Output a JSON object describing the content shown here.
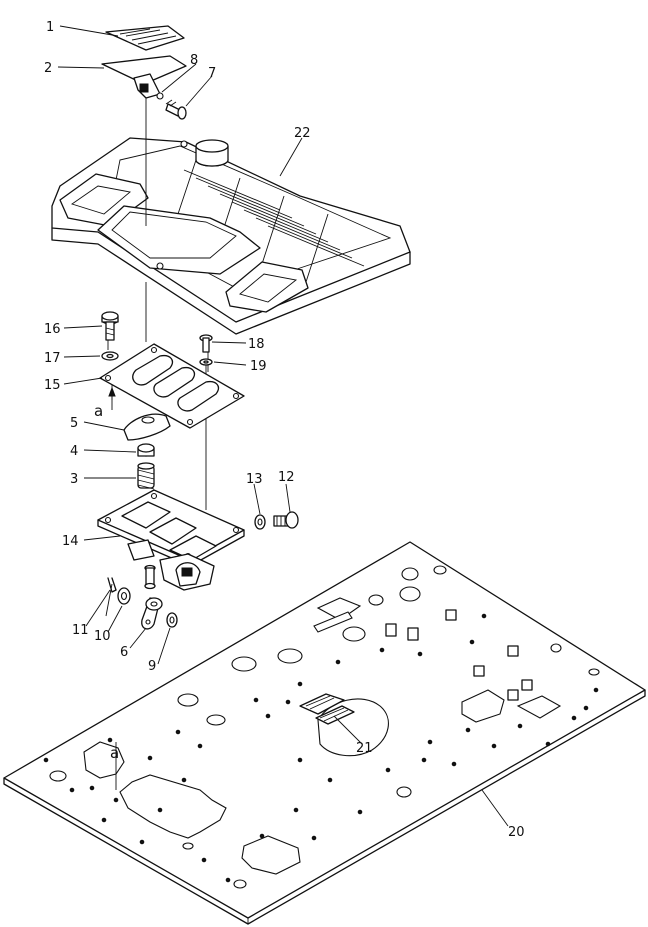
{
  "figure": {
    "kind": "exploded parts diagram",
    "labels": {
      "p1": "1",
      "p2": "2",
      "p3": "3",
      "p4": "4",
      "p5": "5",
      "p6": "6",
      "p7": "7",
      "p8": "8",
      "p9": "9",
      "p10": "10",
      "p11": "11",
      "p12": "12",
      "p13": "13",
      "p14": "14",
      "p15": "15",
      "p16": "16",
      "p17": "17",
      "p18": "18",
      "p19": "19",
      "p20": "20",
      "p21": "21",
      "p22": "22",
      "ref_a_top": "a",
      "ref_a_bottom": "a"
    }
  },
  "colors": {
    "ink": "#111111",
    "paper": "#ffffff"
  }
}
